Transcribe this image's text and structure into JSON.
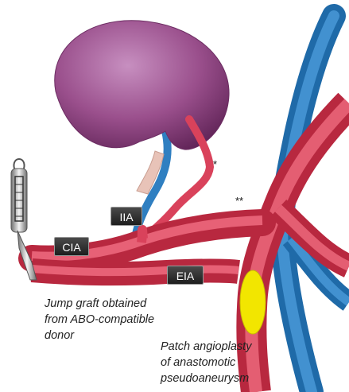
{
  "labels": {
    "iia": "IIA",
    "cia": "CIA",
    "eia": "EIA",
    "single_star": "*",
    "double_star": "**"
  },
  "captions": {
    "jump_graft": [
      "Jump graft obtained",
      "from ABO-compatible",
      "donor"
    ],
    "patch": [
      "Patch angioplasty",
      "of anastomotic",
      "pseudoaneurysm"
    ]
  },
  "colors": {
    "artery": "#d9425b",
    "vein": "#2f7fc1",
    "kidney": "#9a4f8c",
    "patch": "#f2e600",
    "tag_bg": "#2e2e2e"
  }
}
